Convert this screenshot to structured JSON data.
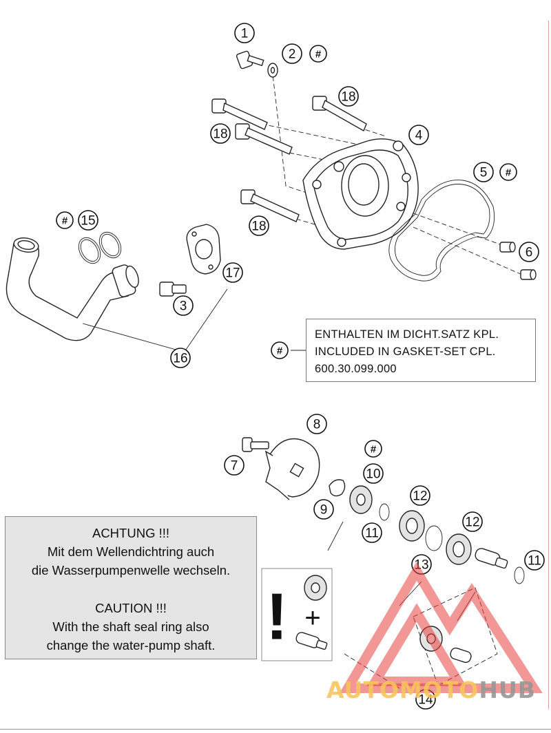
{
  "callouts": {
    "c1": "1",
    "c2": "2",
    "c3": "3",
    "c4": "4",
    "c5": "5",
    "c6": "6",
    "c7": "7",
    "c8": "8",
    "c9": "9",
    "c10": "10",
    "c11a": "11",
    "c11b": "11",
    "c12a": "12",
    "c12b": "12",
    "c13": "13",
    "c14": "14",
    "c15": "15",
    "c16": "16",
    "c17": "17",
    "c18a": "18",
    "c18b": "18",
    "c18c": "18",
    "hash": "#"
  },
  "info_box": {
    "line1": "ENTHALTEN IM DICHT.SATZ KPL.",
    "line2": "INCLUDED IN GASKET-SET CPL.",
    "line3": "600.30.099.000"
  },
  "warning_box": {
    "de_title": "ACHTUNG !!!",
    "de_line1": "Mit dem Wellendichtring auch",
    "de_line2": "die Wasserpumpenwelle wechseln.",
    "en_title": "CAUTION !!!",
    "en_line1": "With the shaft seal ring also",
    "en_line2": "change the water-pump shaft."
  },
  "hint_box": {
    "exclamation": "!",
    "plus": "+"
  },
  "watermark": {
    "part1": "AUTOMOTO",
    "part2": "HUB"
  }
}
